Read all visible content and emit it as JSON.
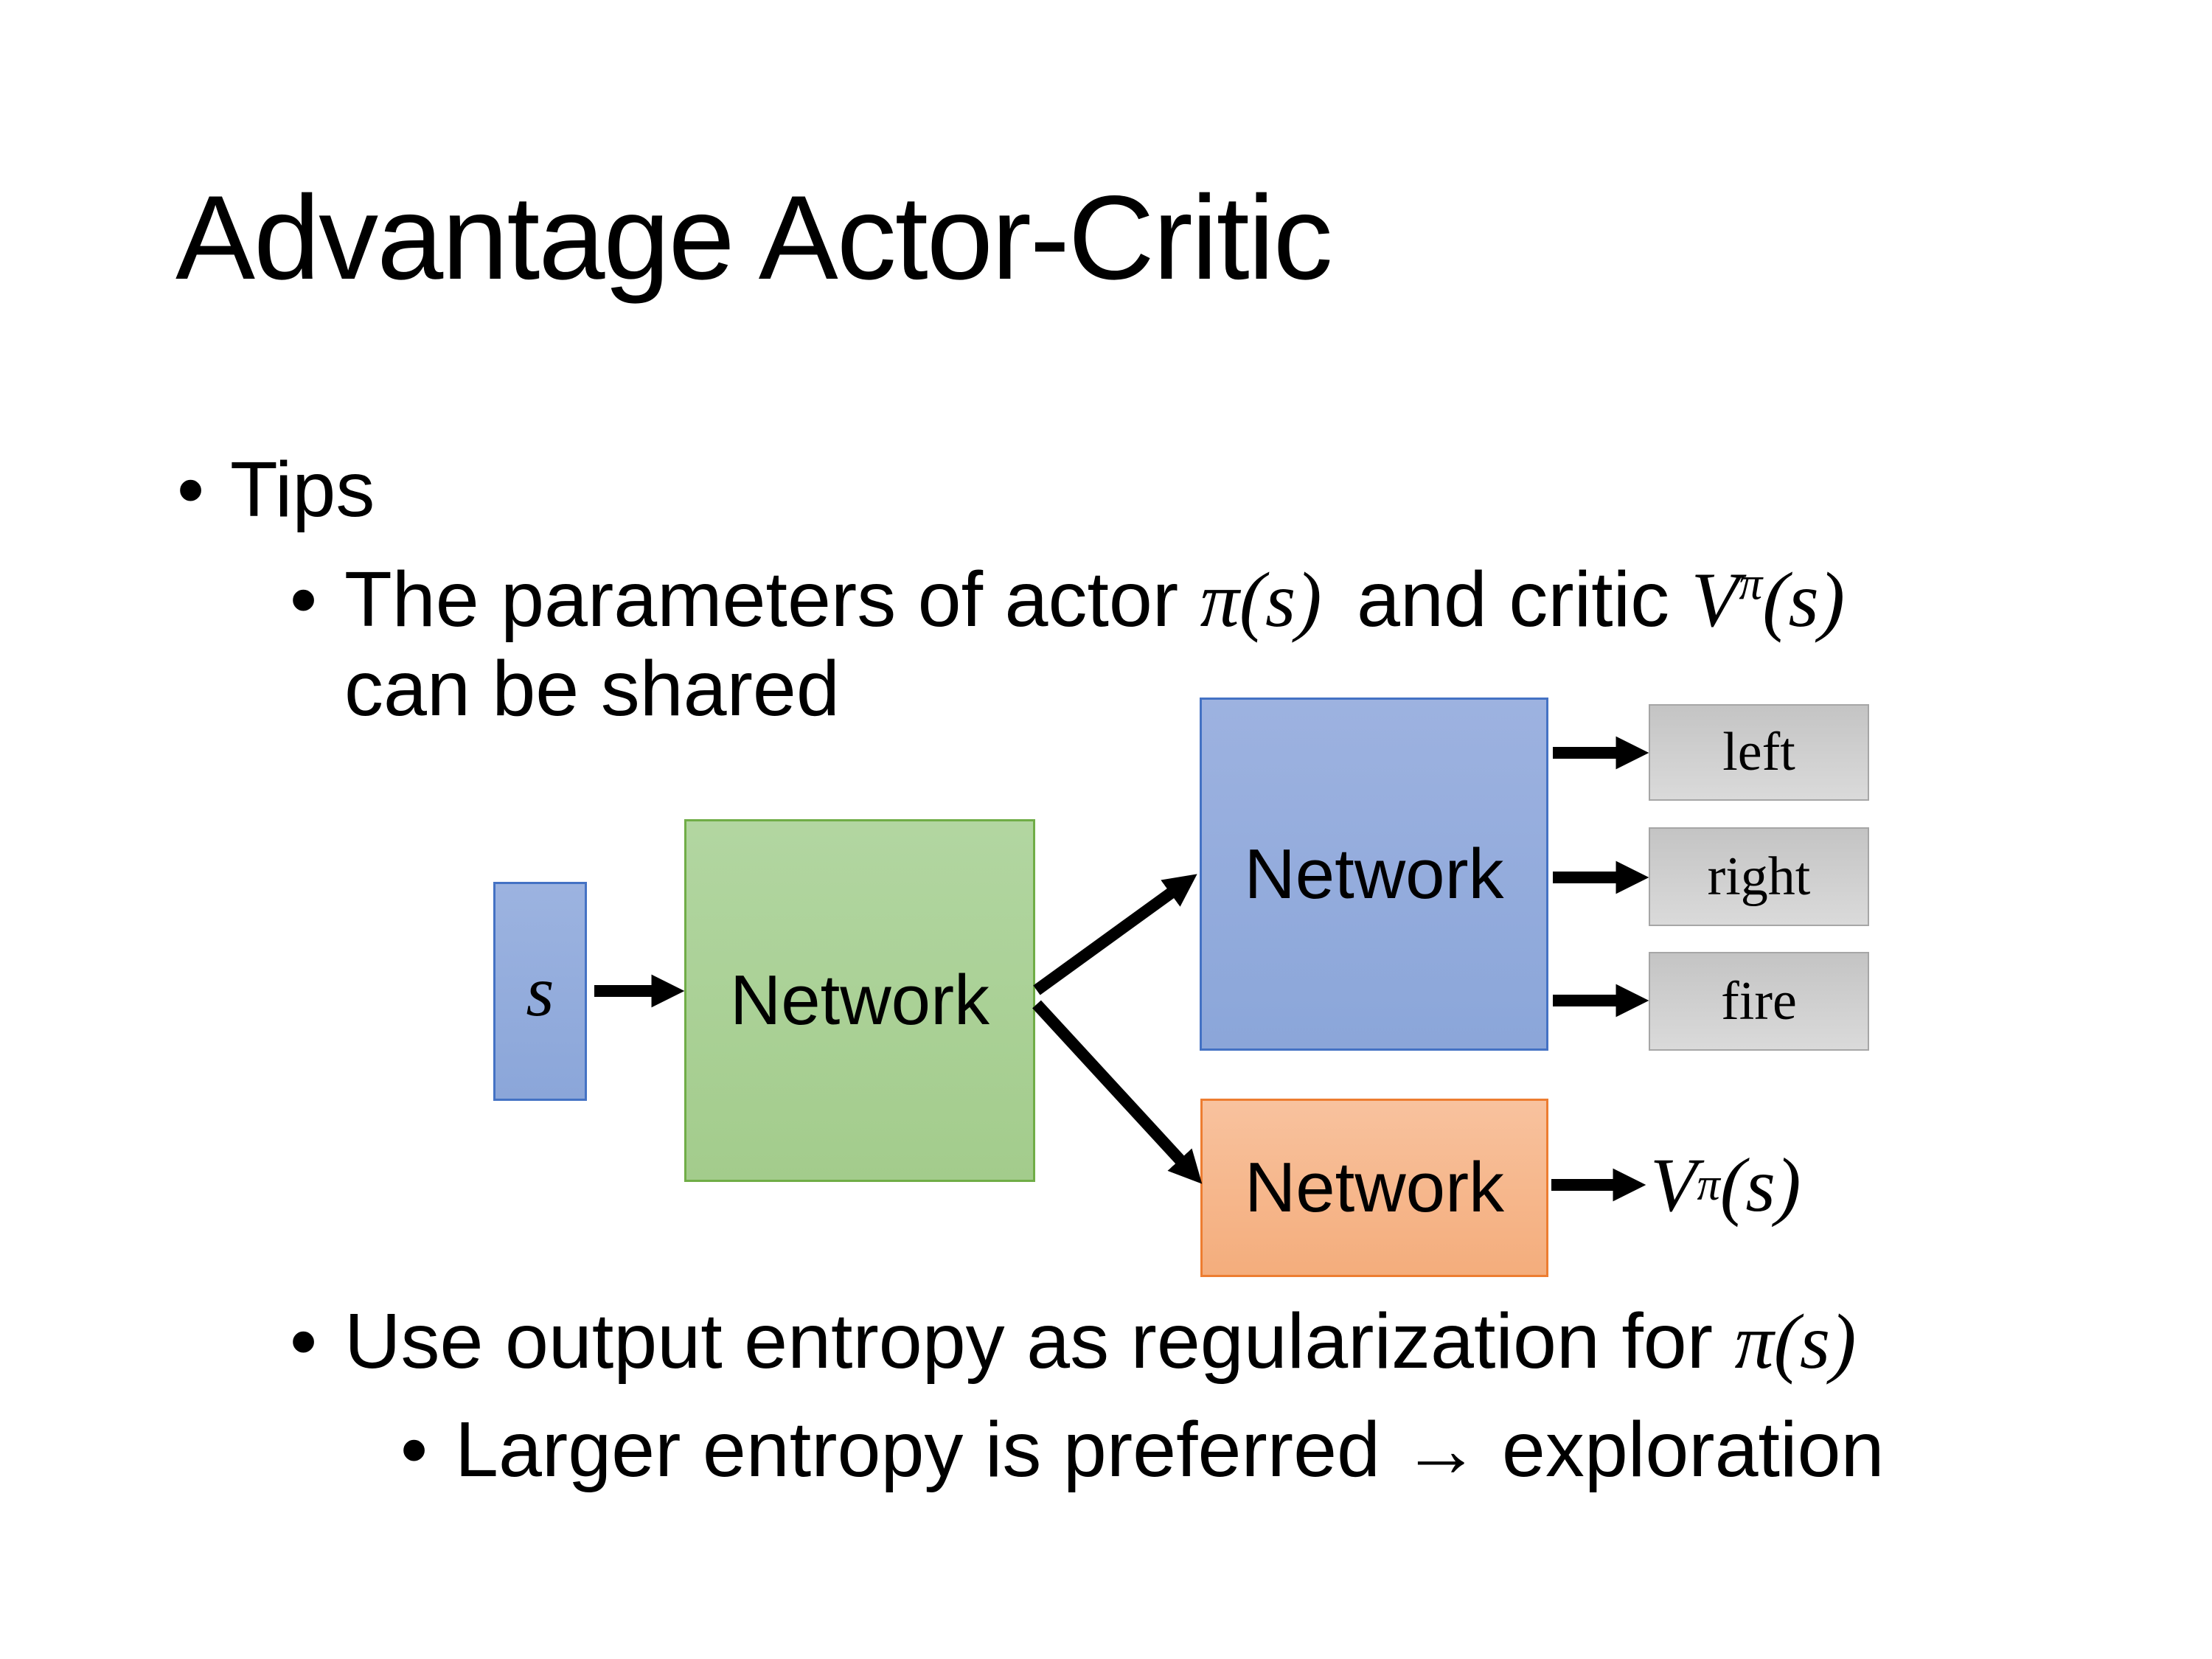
{
  "slide": {
    "title": "Advantage Actor-Critic",
    "bullets": {
      "bullet_char": "•",
      "tips": "Tips",
      "b1_pre": "The parameters of actor ",
      "b1_math_pi": "π(s)",
      "b1_mid": " and critic ",
      "b1_v_base": "V",
      "b1_v_sup": "π",
      "b1_v_arg": "(s)",
      "b1_line2": "can be shared",
      "b2_pre": "Use output entropy as regularization for ",
      "b2_math_pi": "π(s)",
      "b3_pre": "Larger entropy is preferred ",
      "b3_arrow": "→",
      "b3_post": " exploration"
    },
    "diagram": {
      "state_label": "s",
      "shared_network": "Network",
      "actor_network": "Network",
      "critic_network": "Network",
      "action_left": "left",
      "action_right": "right",
      "action_fire": "fire",
      "value_base": "V",
      "value_sup": "π",
      "value_arg": "(s)"
    },
    "colors": {
      "state_fill": "#8faadc",
      "state_border": "#4472c4",
      "shared_fill": "#a9d18e",
      "shared_border": "#70ad47",
      "actor_fill": "#8faadc",
      "actor_border": "#4472c4",
      "critic_fill": "#f4b183",
      "critic_border": "#ed7d31",
      "action_fill": "#d0d0d0",
      "action_border": "#a6a6a6",
      "arrow": "#000000"
    }
  }
}
